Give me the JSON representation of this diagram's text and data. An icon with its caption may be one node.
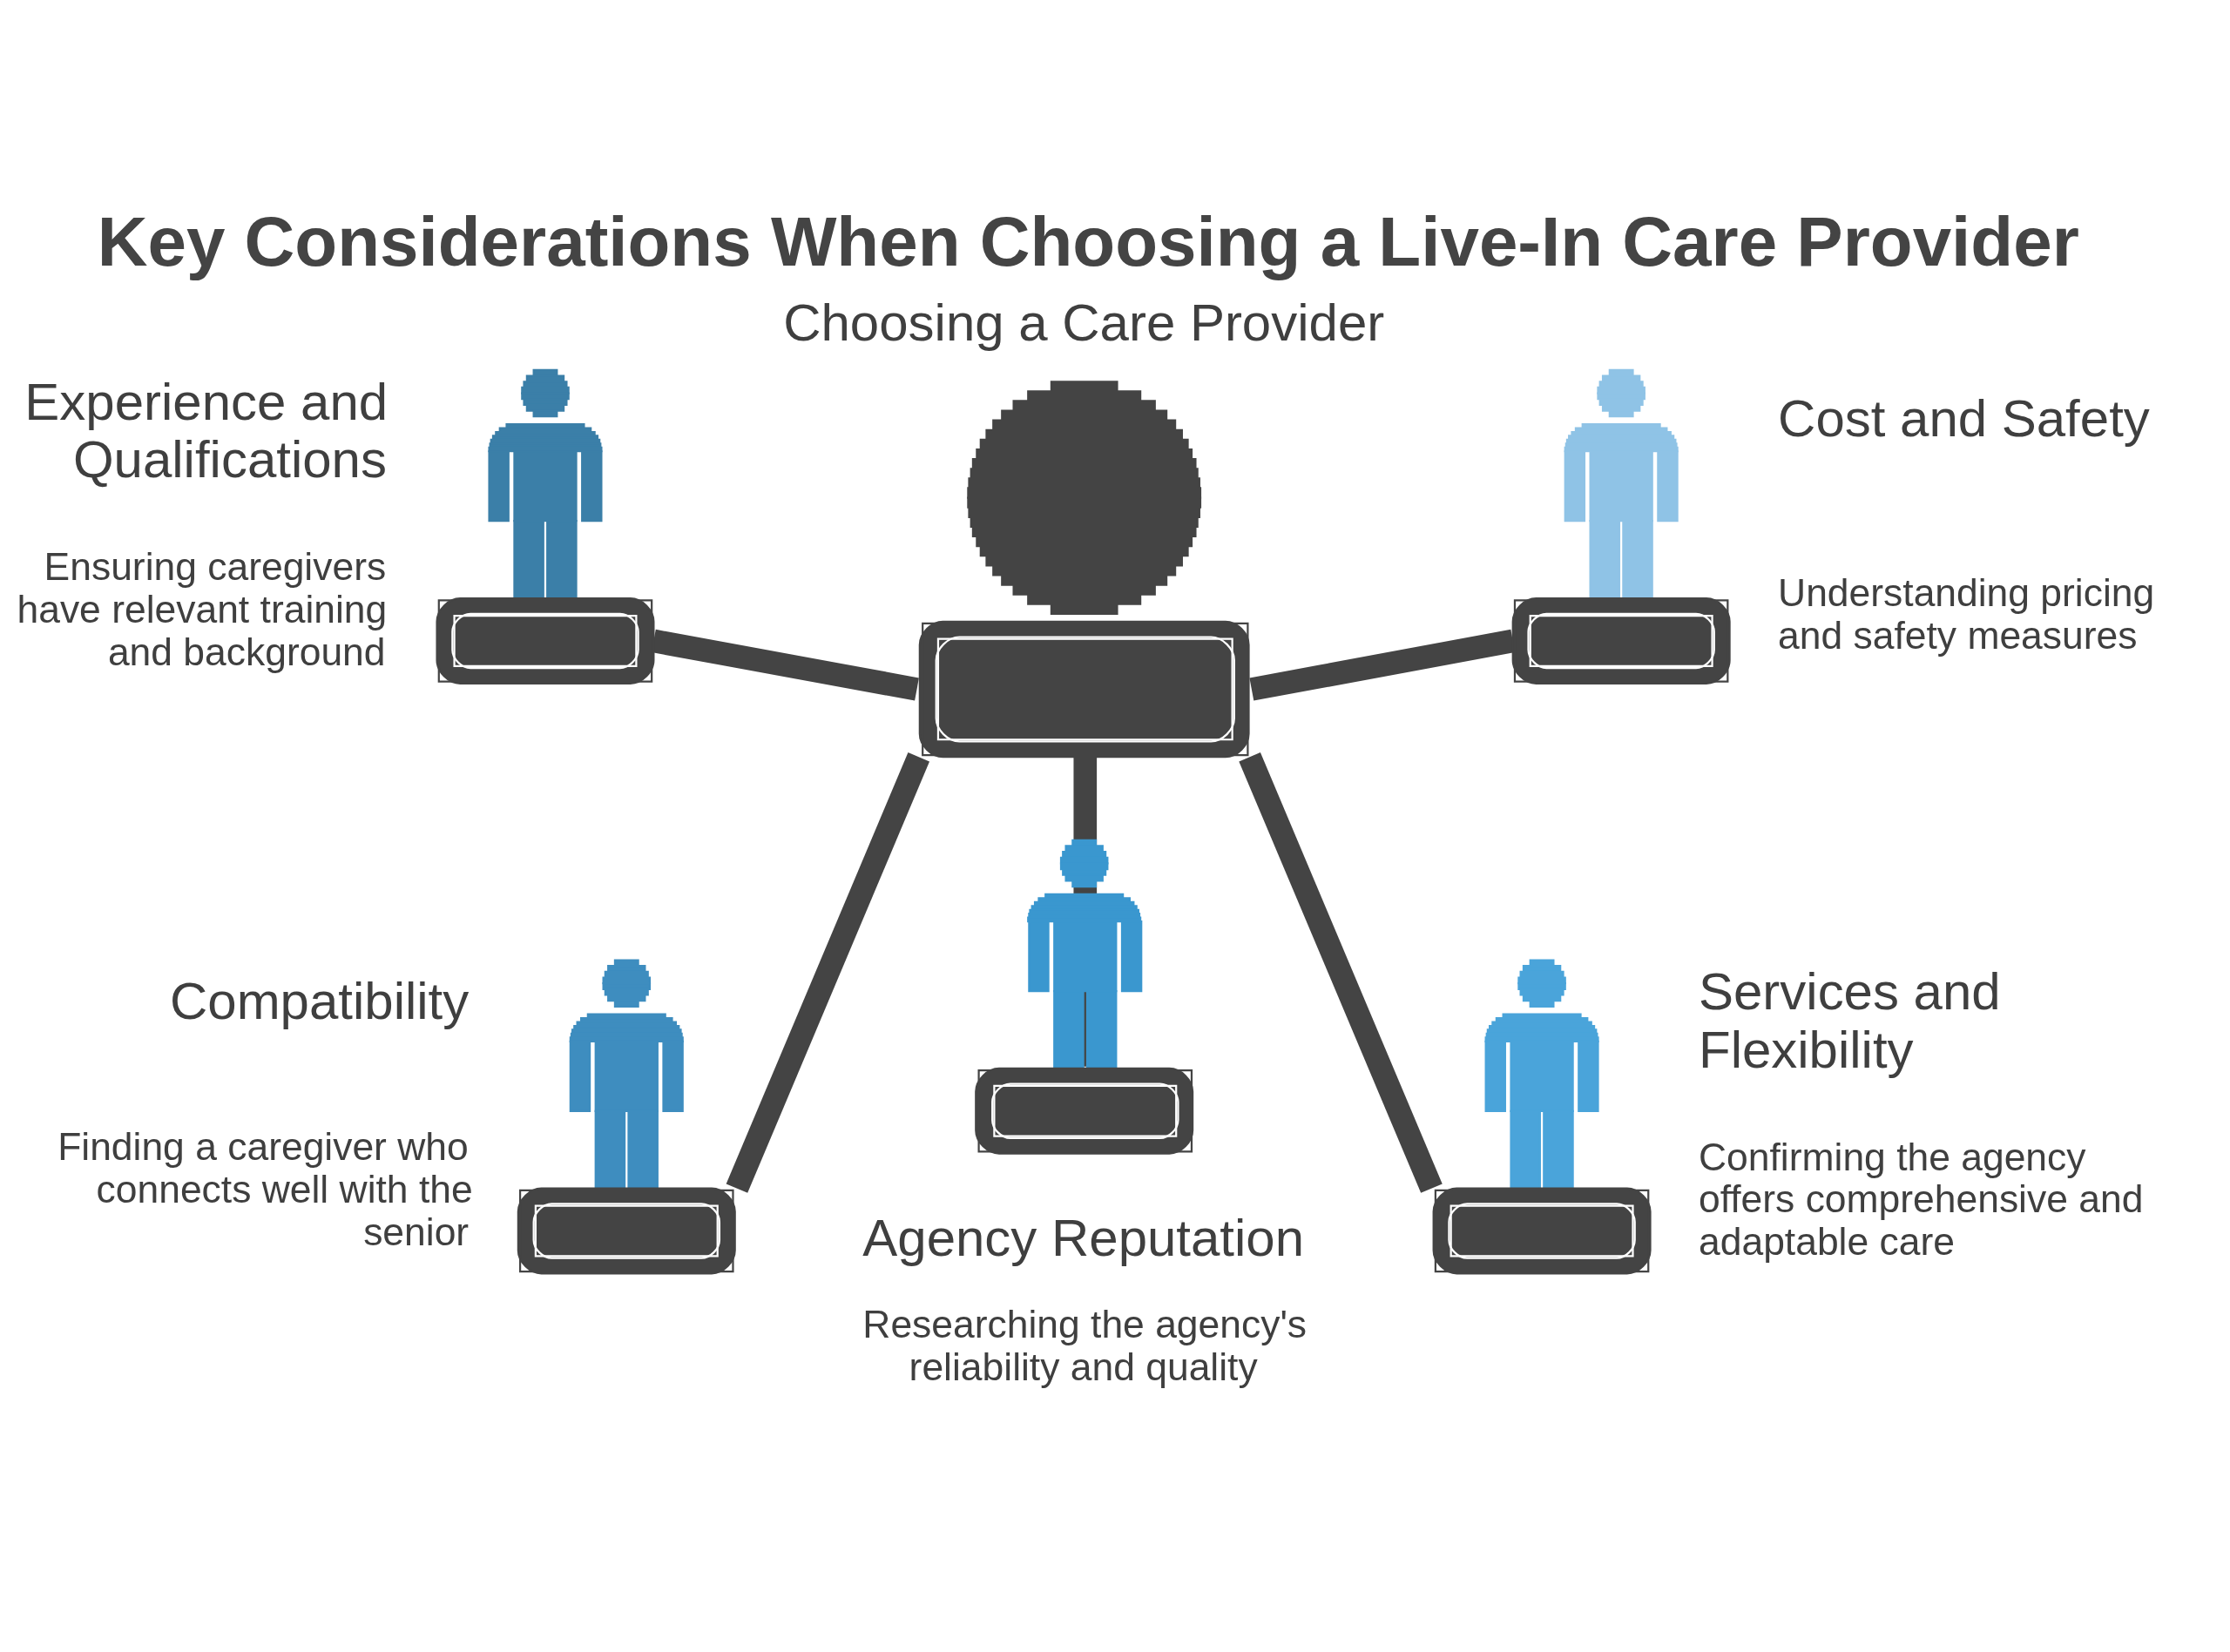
{
  "diagram": {
    "title": "Key Considerations When Choosing a Live-In Care Provider",
    "nodes": [
      {
        "text": [],
        "shape": "picture",
        "beside": [
          "Choosing a Care Provider"
        ]
      },
      {
        "text": [],
        "shape": "person",
        "beside": [
          "Experience and Qualifications",
          "Ensuring caregivers have relevant training and background"
        ]
      },
      {
        "text": [],
        "shape": "person",
        "beside": [
          "Cost and Safety",
          "Understanding pricing and safety measures"
        ]
      },
      {
        "text": [],
        "shape": "person",
        "beside": [
          "Compatibility",
          "Finding a caregiver who connects well with the senior"
        ]
      },
      {
        "text": [],
        "shape": "person",
        "beside": [
          "Services and Flexibility",
          "Confirming the agency offers comprehensive and adaptable care"
        ]
      },
      {
        "text": [],
        "shape": "person",
        "beside": [
          "Agency Reputation",
          "Researching the agency's reliability and quality"
        ]
      }
    ],
    "edges": [
      {
        "from": 1,
        "to": 0,
        "arrow": "none"
      },
      {
        "from": 0,
        "to": 2,
        "arrow": "none"
      },
      {
        "from": 0,
        "to": 3,
        "arrow": "none"
      },
      {
        "from": 0,
        "to": 5,
        "arrow": "none"
      },
      {
        "from": 0,
        "to": 4,
        "arrow": "none"
      }
    ]
  }
}
